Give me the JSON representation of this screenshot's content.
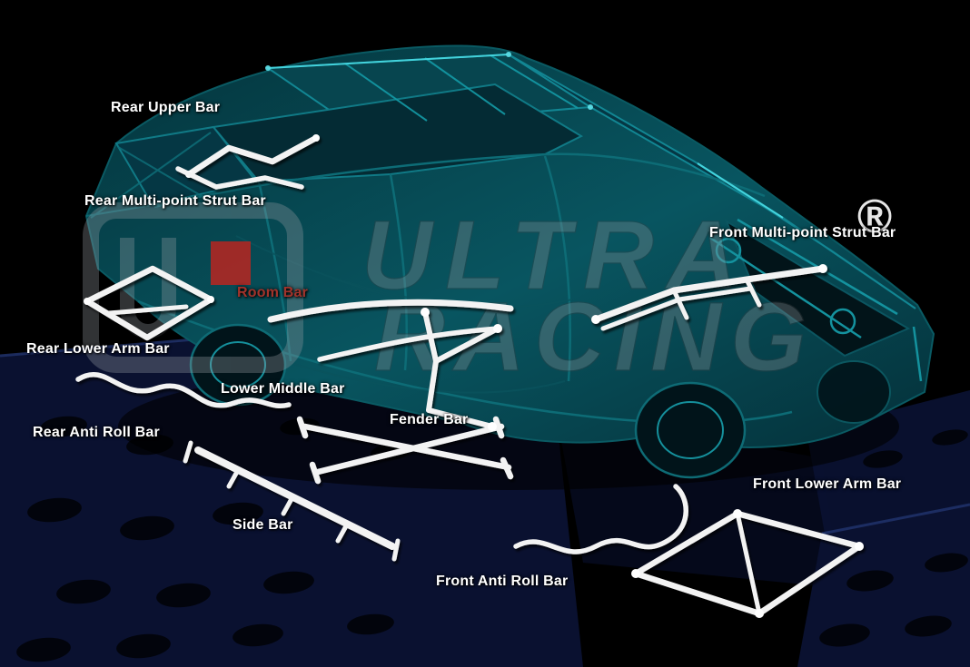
{
  "title": "Ultra Racing chassis strut bar diagram",
  "watermark": {
    "line1": "ULTRA",
    "line2": "RACING",
    "registered": "®"
  },
  "colors": {
    "background": "#000000",
    "label_text": "#ffffff",
    "room_bar_label": "#a2332b",
    "car_teal": "#0e7c86",
    "car_accent": "#49dbe4",
    "bar_white": "#f3f3f3",
    "jig_navy": "#0a1130",
    "logo_red": "#c4231d"
  },
  "labels": [
    {
      "id": "rear-upper-bar",
      "text": "Rear Upper Bar"
    },
    {
      "id": "rear-multi-point-strut-bar",
      "text": "Rear Multi-point Strut Bar"
    },
    {
      "id": "room-bar",
      "text": "Room Bar"
    },
    {
      "id": "rear-lower-arm-bar",
      "text": "Rear Lower Arm Bar"
    },
    {
      "id": "lower-middle-bar",
      "text": "Lower Middle Bar"
    },
    {
      "id": "rear-anti-roll-bar",
      "text": "Rear Anti Roll Bar"
    },
    {
      "id": "fender-bar",
      "text": "Fender Bar"
    },
    {
      "id": "side-bar",
      "text": "Side Bar"
    },
    {
      "id": "front-anti-roll-bar",
      "text": "Front Anti Roll Bar"
    },
    {
      "id": "front-lower-arm-bar",
      "text": "Front Lower Arm Bar"
    },
    {
      "id": "front-multi-point-strut-bar",
      "text": "Front Multi-point Strut Bar"
    }
  ]
}
